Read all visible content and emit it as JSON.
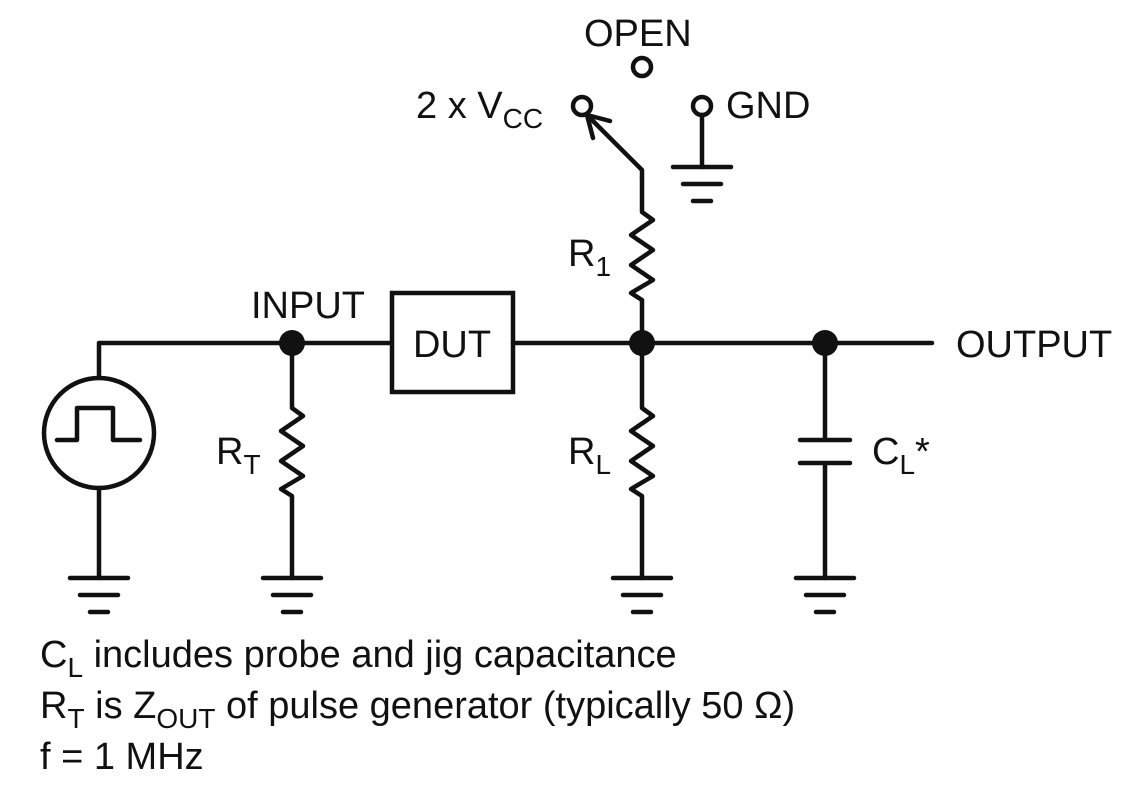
{
  "labels": {
    "open": "OPEN",
    "vcc_prefix": "2 x V",
    "vcc_sub": "CC",
    "gnd": "GND",
    "r1_main": "R",
    "r1_sub": "1",
    "input": "INPUT",
    "dut": "DUT",
    "output": "OUTPUT",
    "rt_main": "R",
    "rt_sub": "T",
    "rl_main": "R",
    "rl_sub": "L",
    "cl_main": "C",
    "cl_sub": "L",
    "cl_suffix": "*"
  },
  "notes": {
    "line1_main": "C",
    "line1_sub": "L",
    "line1_rest": " includes probe and jig capacitance",
    "line2_main": "R",
    "line2_sub": "T",
    "line2_mid": " is Z",
    "line2_sub2": "OUT",
    "line2_rest": " of pulse generator (typically 50 Ω)",
    "line3": "f = 1 MHz"
  }
}
